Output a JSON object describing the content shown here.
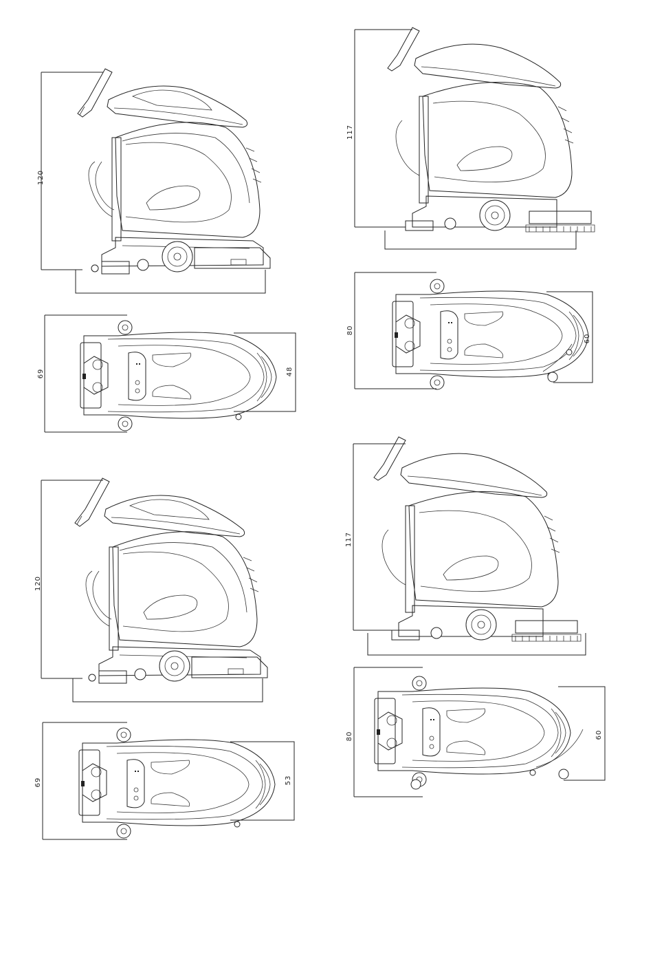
{
  "drawings": [
    {
      "id": "side-1",
      "view": "side",
      "dims": {
        "height": "120"
      }
    },
    {
      "id": "top-1",
      "view": "top",
      "dims": {
        "width": "69",
        "body": "48"
      }
    },
    {
      "id": "side-2",
      "view": "side",
      "dims": {
        "height": "117"
      }
    },
    {
      "id": "top-2",
      "view": "top",
      "dims": {
        "width": "80",
        "body": "60"
      }
    },
    {
      "id": "side-3",
      "view": "side",
      "dims": {
        "height": "120"
      }
    },
    {
      "id": "top-3",
      "view": "top",
      "dims": {
        "width": "69",
        "body": "53"
      }
    },
    {
      "id": "side-4",
      "view": "side",
      "dims": {
        "height": "117"
      }
    },
    {
      "id": "top-4",
      "view": "top",
      "dims": {
        "width": "80",
        "body": "60"
      }
    }
  ]
}
